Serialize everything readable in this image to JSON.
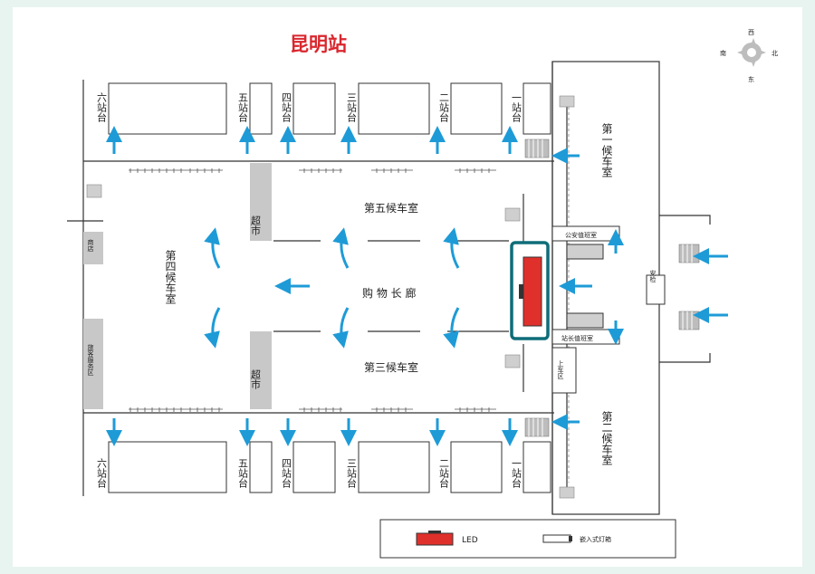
{
  "title": "昆明站",
  "compass": {
    "north": "北",
    "south": "南",
    "east": "东",
    "west": "西"
  },
  "waiting_rooms": {
    "first": "第一候车室",
    "second": "第二候车室",
    "third": "第三候车室",
    "fourth": "第四候车室",
    "fifth": "第五候车室"
  },
  "corridor": "购 物 长 廊",
  "supermarket": "超市",
  "shop": "商店",
  "tourist_service": "旅客服务区",
  "police_office": "公安值班室",
  "stationmaster_office": "站长值班室",
  "boarding_area": "上车区",
  "security_check": "安检",
  "platforms_top": [
    "六站台",
    "五站台",
    "四站台",
    "三站台",
    "二站台",
    "一站台"
  ],
  "platforms_bottom": [
    "六站台",
    "五站台",
    "四站台",
    "三站台",
    "二站台",
    "一站台"
  ],
  "legend": {
    "led": "LED",
    "lightbox": "嵌入式灯箱"
  },
  "colors": {
    "arrow": "#1e9bd7",
    "led": "#e0302b",
    "highlight": "#0e6d78",
    "title": "#d9272e",
    "grey": "#c8c8c8"
  }
}
